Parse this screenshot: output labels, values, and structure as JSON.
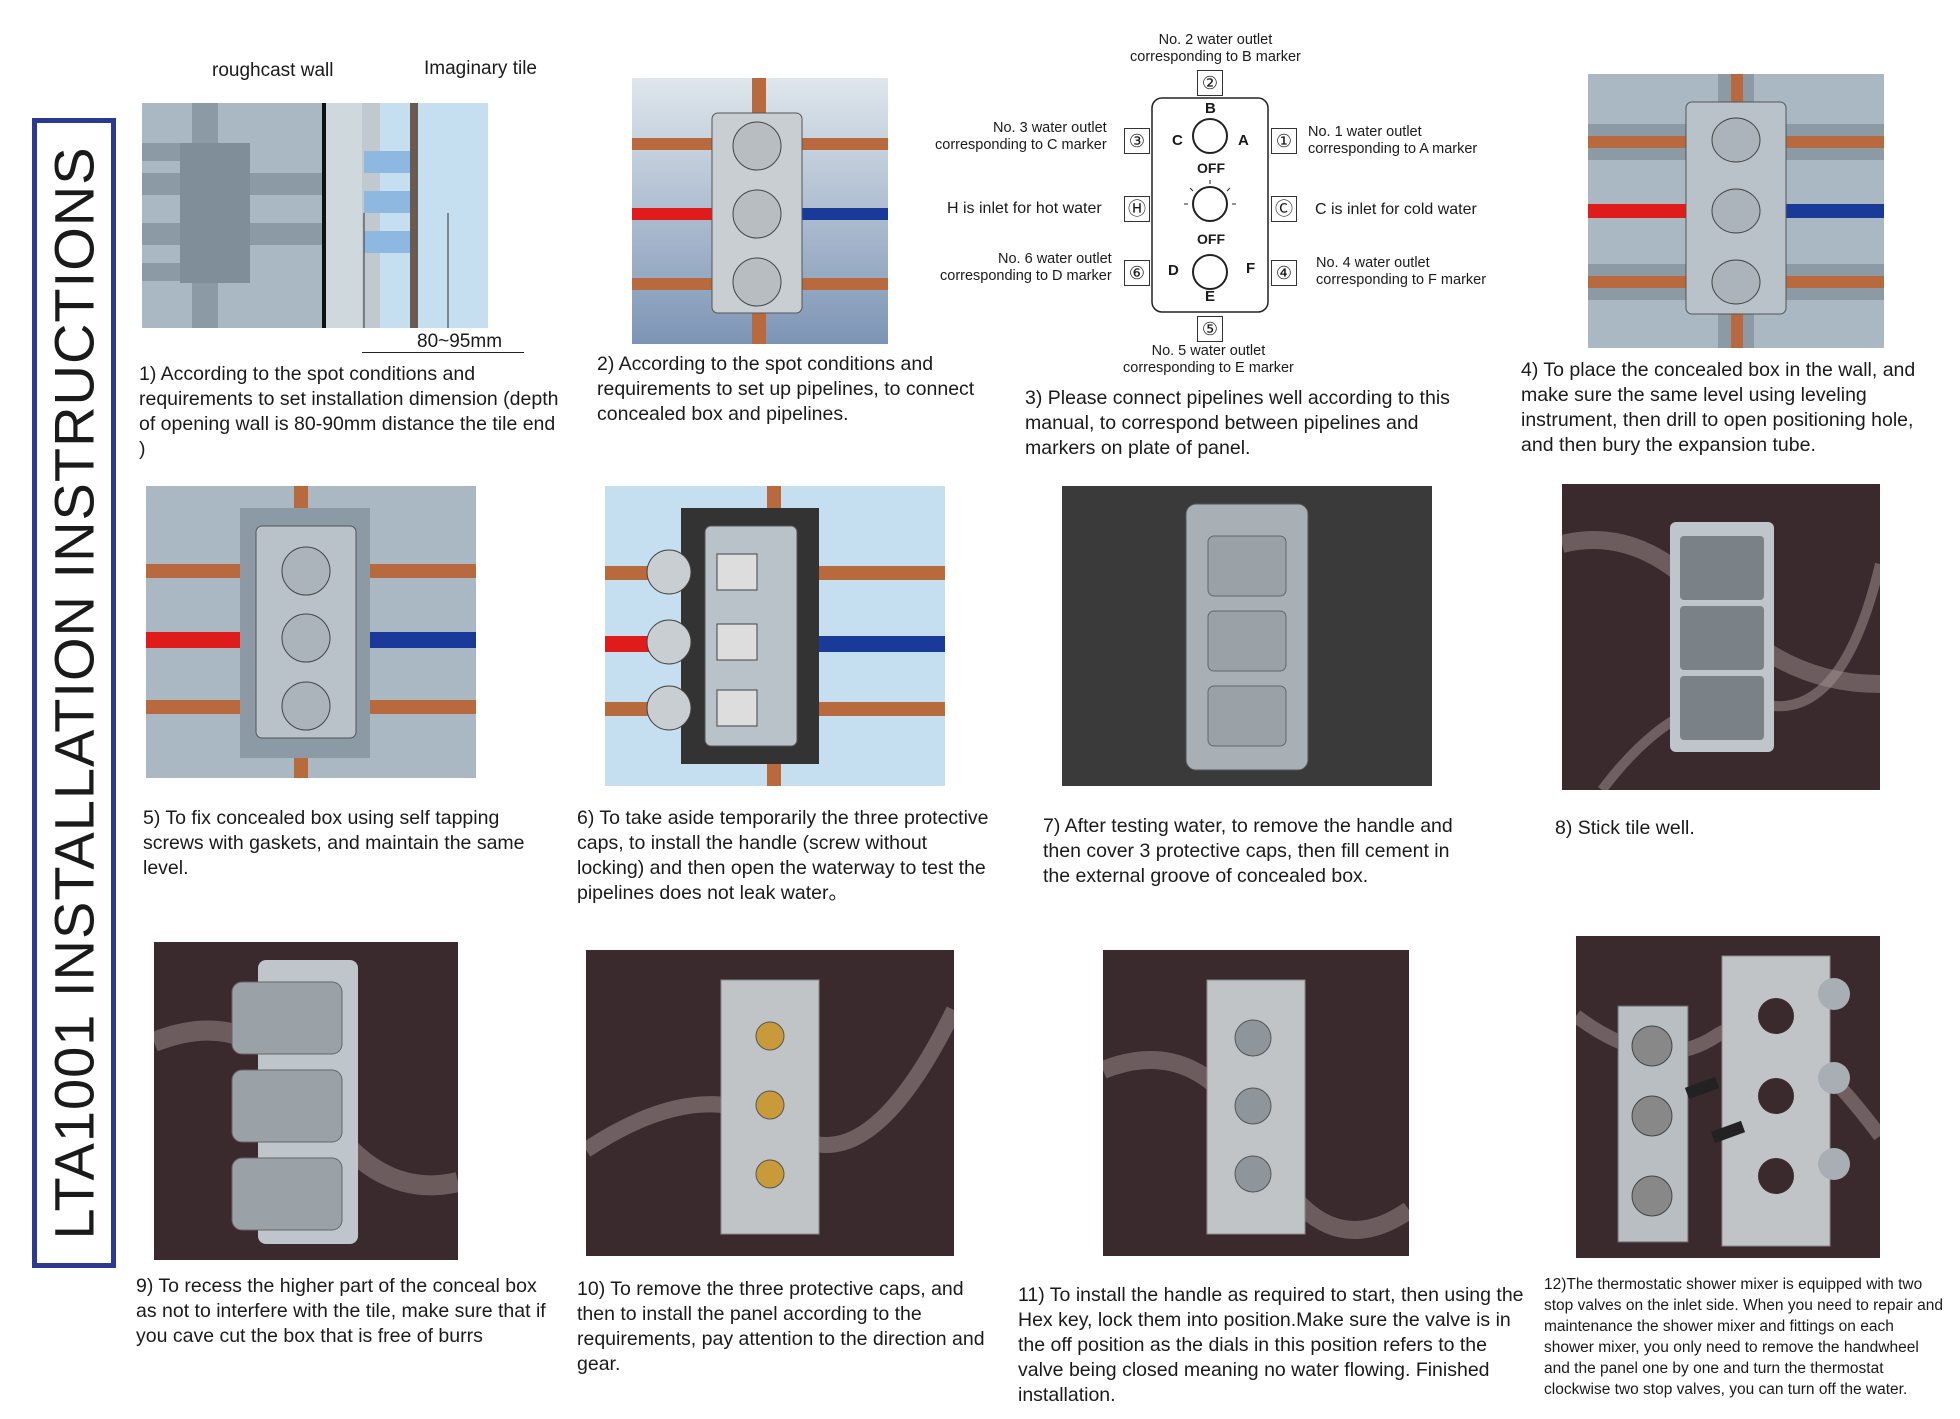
{
  "title": "LTA1001 INSTALLATION INSTRUCTIONS",
  "step1": {
    "label_wall": "roughcast wall",
    "label_tile": "Imaginary tile",
    "dimension": "80~95mm",
    "caption": "1) According to the spot conditions and requirements to set installation dimension (depth of opening wall is 80-90mm distance the tile end )"
  },
  "step2": {
    "caption": "2) According to the spot conditions and requirements to set up pipelines, to connect concealed box and pipelines."
  },
  "step3": {
    "outlet_b": "No. 2 water outlet\ncorresponding to B marker",
    "outlet_c": "No. 3 water outlet\ncorresponding to C marker",
    "outlet_a": "No. 1 water outlet\ncorresponding to A marker",
    "inlet_h": "H is inlet for hot water",
    "inlet_c": "C is inlet for cold water",
    "outlet_d": "No. 6 water outlet\ncorresponding to D marker",
    "outlet_f": "No. 4 water outlet\ncorresponding to F marker",
    "outlet_e": "No. 5 water outlet\ncorresponding to E marker",
    "marker_a": "A",
    "marker_b": "B",
    "marker_c": "C",
    "marker_d": "D",
    "marker_e": "E",
    "marker_f": "F",
    "off_label": "OFF",
    "port_1": "①",
    "port_2": "②",
    "port_3": "③",
    "port_4": "④",
    "port_5": "⑤",
    "port_6": "⑥",
    "port_h": "Ⓗ",
    "port_c": "Ⓒ",
    "caption": "3) Please connect pipelines well according to this manual, to correspond between pipelines and markers on plate of panel."
  },
  "step4": {
    "caption": "4) To place the concealed box in the wall, and make sure the same level using leveling instrument, then drill to open positioning hole, and then bury the expansion tube."
  },
  "step5": {
    "caption": "5) To fix concealed box using self tapping screws with gaskets, and maintain the same level."
  },
  "step6": {
    "caption": "6) To take aside temporarily the three protective caps, to install the handle (screw without locking) and then open the waterway to test the pipelines does not leak water。"
  },
  "step7": {
    "caption": "7) After testing water, to remove the handle and then cover 3 protective caps, then fill cement in the external groove of concealed box."
  },
  "step8": {
    "caption": "8) Stick tile well."
  },
  "step9": {
    "caption": "9) To recess the higher part of the conceal box as not to interfere with the tile, make sure that if you cave cut the box that is free of burrs"
  },
  "step10": {
    "caption": "10) To remove the three protective caps, and then to install the panel according to the requirements, pay attention to the direction and gear."
  },
  "step11": {
    "caption": "11) To install the handle as required to start, then using the Hex key, lock them into position.Make sure the valve is in the off position as the dials in this position refers to the valve being closed meaning no water flowing.  Finished installation."
  },
  "step12": {
    "caption": "12)The thermostatic shower mixer is equipped with two stop valves on the inlet side. When you need to repair and maintenance the shower mixer and fittings on each shower mixer, you only need to remove the handwheel and the panel one by one and turn the thermostat clockwise two stop valves, you can turn off the water."
  },
  "colors": {
    "border": "#2b3a8f",
    "hot_pipe": "#e01b1b",
    "cold_pipe": "#1a3a9a",
    "copper": "#b86a3e",
    "wall": "#a9b8c2",
    "marble": "#3a2a2e"
  }
}
